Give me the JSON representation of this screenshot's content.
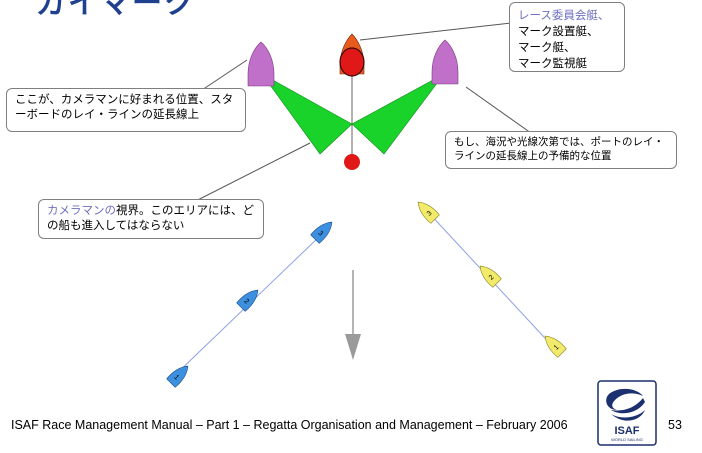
{
  "title_fragment": "ガイマーク",
  "callouts": {
    "committee": [
      "レース委員会艇、",
      "マーク設置艇、",
      "マーク艇、",
      "マーク監視艇"
    ],
    "camera_position": "ここが、カメラマンに好まれる位置、スターボードのレイ・ラインの延長線上",
    "port_layline": "もし、海況や光線次第では、ポートのレイ・ラインの延長線上の予備的な位置",
    "camera_view_prefix": "カメラマンの",
    "camera_view_rest": "視界。このエリアには、どの船も進入してはならない"
  },
  "boats": {
    "blue": [
      "1",
      "2",
      "3"
    ],
    "yellow": [
      "1",
      "2",
      "3"
    ]
  },
  "colors": {
    "blue_boat": "#3d8fe0",
    "yellow_boat": "#f2ea6a",
    "green_sector": "#1ad32a",
    "purple_boat": "#c070c8",
    "mark_red": "#e01818",
    "committee_orange": "#e85a1e",
    "logo_navy": "#1c2f6e"
  },
  "footer": "ISAF Race Management Manual – Part 1 – Regatta Organisation and Management – February 2006",
  "page_number": "53",
  "logo": {
    "name": "ISAF",
    "tagline": "WORLD SAILING"
  }
}
